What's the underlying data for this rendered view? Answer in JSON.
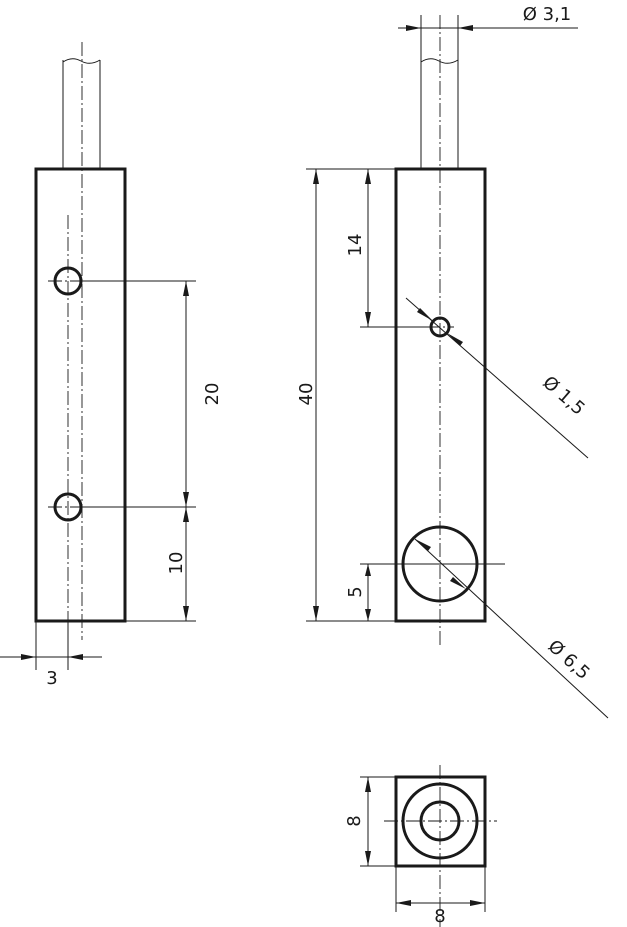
{
  "drawing": {
    "dimensions": {
      "cable_diameter": "Ø 3,1",
      "hole_distance": "20",
      "hole_bottom_offset": "10",
      "hole_side_offset": "3",
      "overall_length": "40",
      "small_hole_offset": "14",
      "small_hole_diameter": "Ø 1,5",
      "large_hole_offset": "5",
      "large_hole_diameter": "Ø 6,5",
      "width": "8",
      "height": "8"
    }
  }
}
